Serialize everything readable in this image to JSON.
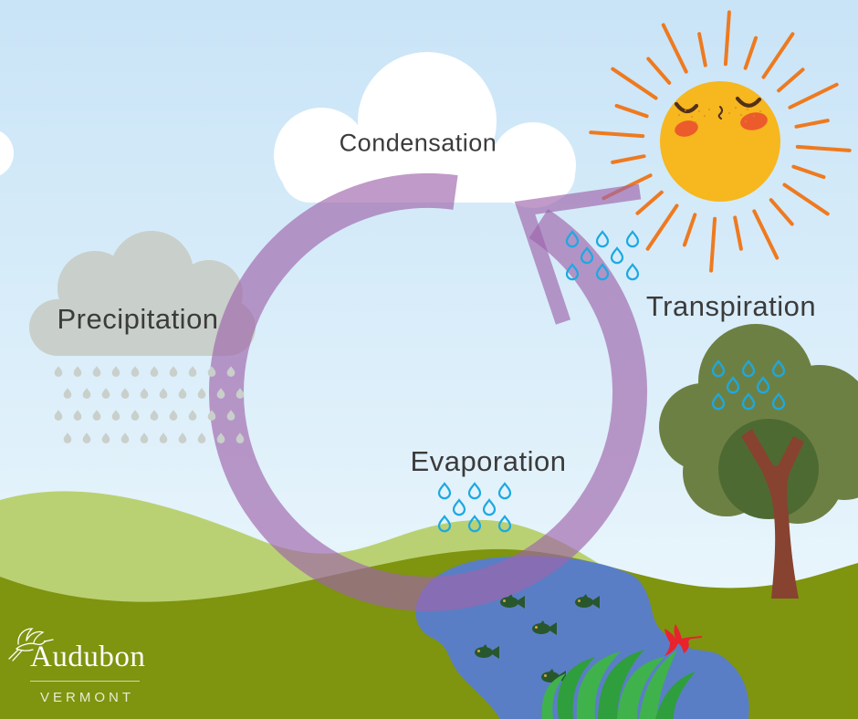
{
  "labels": {
    "condensation": "Condensation",
    "precipitation": "Precipitation",
    "evaporation": "Evaporation",
    "transpiration": "Transpiration"
  },
  "logo": {
    "brand": "Audubon",
    "region": "VERMONT"
  },
  "icons": {
    "sun": "smiling-sun-icon",
    "vapor": "water-droplet-icon",
    "rain": "raindrop-icon",
    "arrow": "cycle-arrow",
    "bird": "egret-icon"
  },
  "colors": {
    "sky_top": "#c9e4f7",
    "sky_bottom": "#f0f9fd",
    "sun_disc": "#f6b71f",
    "sun_ray": "#ee7a20",
    "sun_blush": "#ec5b2c",
    "sun_eye": "#533018",
    "cloud_white": "#ffffff",
    "cloud_gray": "#c9cfca",
    "rain_drop": "#c9cfca",
    "vapor_drop": "#1ca9e2",
    "cycle_arrow": "rgba(158,100,170,0.65)",
    "hill_light": "#b9d173",
    "hill_dark": "#7f940f",
    "pond_blue": "#5a7ec5",
    "fish_green": "#28572e",
    "fish_eye": "#d8a43c",
    "canopy_green": "#6d8044",
    "canopy_shadow": "#4e6a33",
    "trunk_brown": "#87432f",
    "grass_light": "#3fb24c",
    "grass_dark": "#2f9e3c",
    "flower_bird_red": "#e8232e",
    "label_text": "#3b3b3b",
    "logo_text": "#ffffff"
  }
}
